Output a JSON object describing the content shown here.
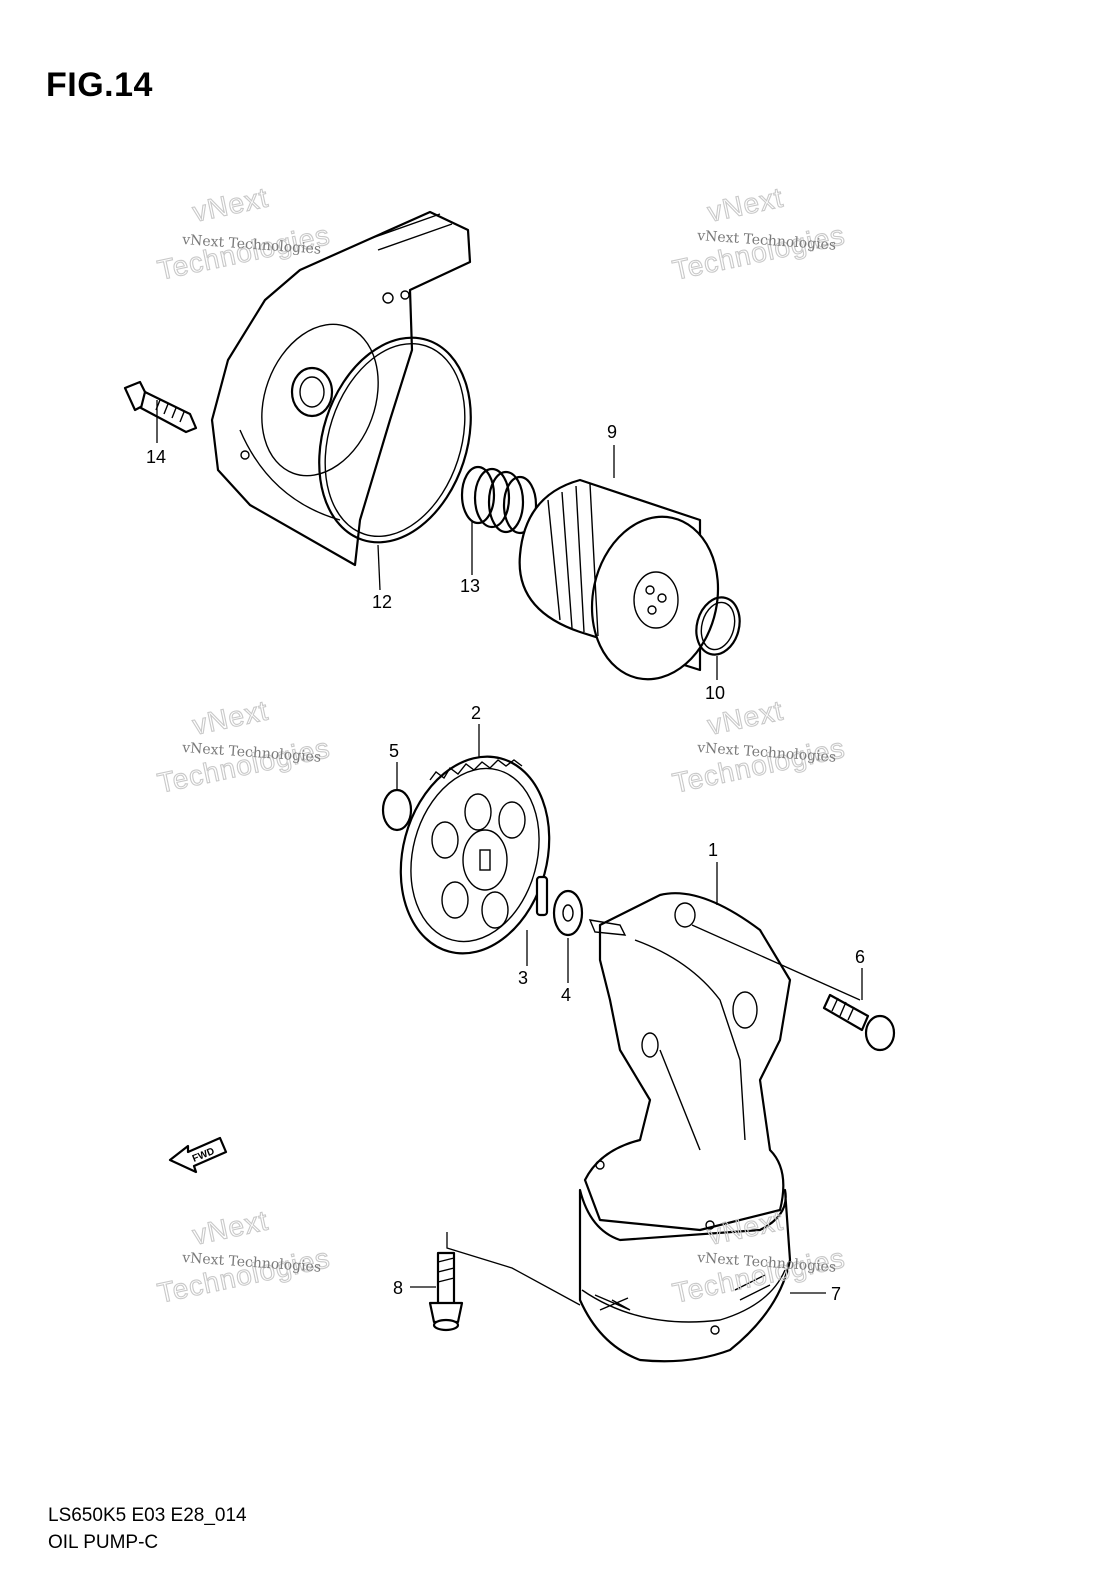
{
  "figure": {
    "title": "FIG.14",
    "code": "LS650K5 E03 E28_014",
    "name": "OIL PUMP-C"
  },
  "watermark": {
    "small": "vNext Technologies",
    "big_line1": "vNext",
    "big_line2": "Technologies"
  },
  "fwd_label": "FWD",
  "callouts": {
    "c1": "1",
    "c2": "2",
    "c3": "3",
    "c4": "4",
    "c5": "5",
    "c6": "6",
    "c7": "7",
    "c8": "8",
    "c9": "9",
    "c10": "10",
    "c12": "12",
    "c13": "13",
    "c14": "14"
  }
}
